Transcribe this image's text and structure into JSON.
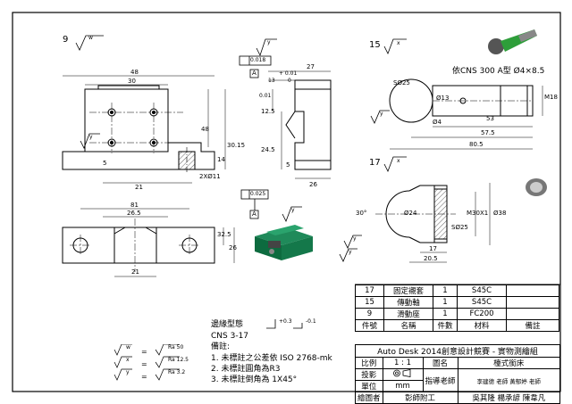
{
  "views": {
    "part9": {
      "item_no": "9",
      "symbol": "w"
    },
    "part15": {
      "item_no": "15",
      "symbol": "x",
      "callout": "依CNS 300 A型 Ø4×8.5"
    },
    "part17": {
      "item_no": "17",
      "symbol": "x"
    }
  },
  "dimensions": {
    "d48": "48",
    "d30": "30",
    "d21a": "21",
    "d48v": "48",
    "d3015": "30.15",
    "d2x11": "2XØ11",
    "d14": "14",
    "d5": "5",
    "d81": "81",
    "d265": "26.5",
    "d325": "32.5",
    "d26": "26",
    "d21b": "21",
    "dtol": "0.018",
    "d27": "27",
    "d001": "+ 0.01",
    "d13": "13",
    "d00": "0",
    "d001v": "0.01",
    "d125": "12.5",
    "d245": "24.5",
    "d5b": "5",
    "d26b": "26",
    "d0025": "0.025",
    "dS025": "SØ25",
    "d13b": "Ø13",
    "d4": "Ø4",
    "d53": "53",
    "d575": "57.5",
    "d805": "80.5",
    "dM18": "M18",
    "d30deg": "30°",
    "d24": "Ø24",
    "dS025b": "SØ25",
    "dM30": "M30X1",
    "d38": "Ø38",
    "d17": "17",
    "d205": "20.5"
  },
  "datum_labels": [
    "A",
    "A"
  ],
  "roughness_label": "y",
  "bom": {
    "rows": [
      [
        "17",
        "固定襯套",
        "1",
        "S45C",
        ""
      ],
      [
        "15",
        "傳動軸",
        "1",
        "S45C",
        ""
      ],
      [
        "9",
        "滑動座",
        "1",
        "FC200",
        ""
      ]
    ],
    "header": [
      "件號",
      "名稱",
      "件數",
      "材料",
      "備註"
    ]
  },
  "title_block": {
    "banner": "Auto Desk 2014創意設計競賽 - 實物測繪組",
    "scale_label": "比例",
    "scale_value": "1 : 1",
    "drawing_name_label": "圖名",
    "drawing_name": "檯式銜床",
    "projection_label": "投影",
    "unit_label": "單位",
    "unit_value": "mm",
    "teacher_label": "指導老師",
    "teachers": "李建德 老師 黃郁婷 老師",
    "drafter_label": "繪圖者",
    "school": "彰師附工",
    "drafters": "吳其隆 楊承諺 陳韋凡"
  },
  "notes": {
    "edge_title": "邊緣型態",
    "edge_std": "CNS 3-17",
    "edge_tol1": "+0.3",
    "edge_tol2": "-0.1",
    "note_title": "備註:",
    "items": [
      "1. 未標註之公差依 ISO 2768-mk",
      "2. 未標註圓角為R3",
      "3. 未標註倒角為 1X45°"
    ]
  },
  "roughness_legend": [
    {
      "sym": "w",
      "ra": "Ra 50"
    },
    {
      "sym": "x",
      "ra": "Ra 12.5"
    },
    {
      "sym": "y",
      "ra": "Ra 3.2"
    }
  ],
  "roughness_eq": "="
}
